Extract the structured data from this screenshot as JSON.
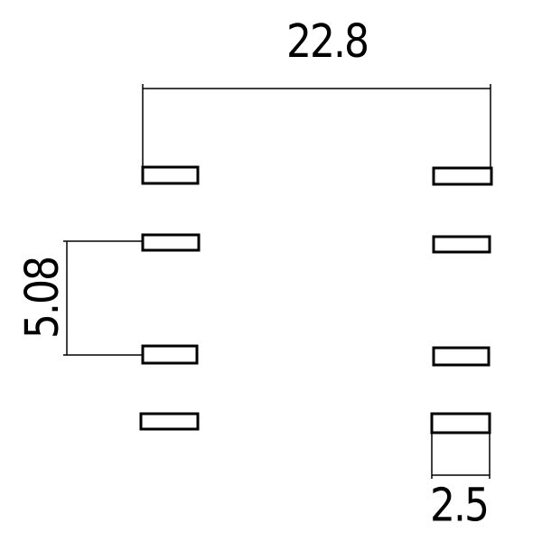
{
  "dimensions": {
    "overall_width": "22.8",
    "pitch": "5.08",
    "pad_width": "2.5"
  },
  "colors": {
    "line": "#000000",
    "background": "#ffffff"
  }
}
